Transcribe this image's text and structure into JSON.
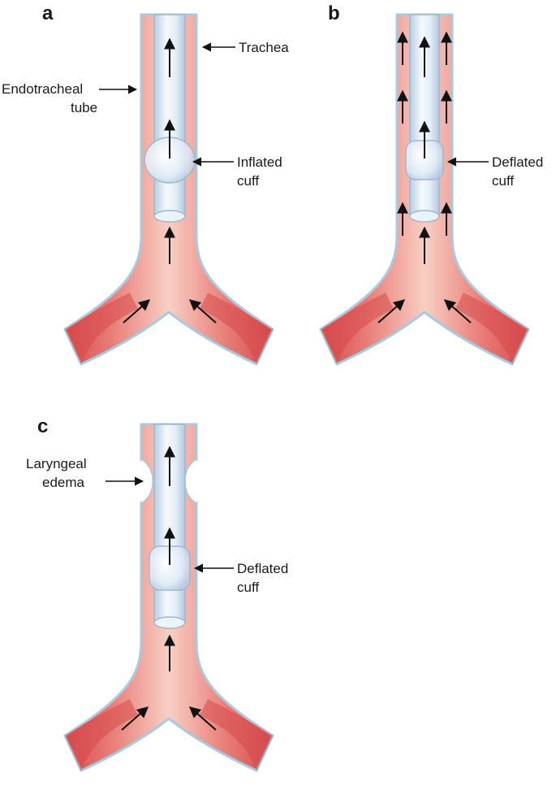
{
  "panels": {
    "a": {
      "letter": "a",
      "trachea_label": "Trachea",
      "tube_label_line1": "Endotracheal",
      "tube_label_line2": "tube",
      "cuff_label_line1": "Inflated",
      "cuff_label_line2": "cuff"
    },
    "b": {
      "letter": "b",
      "cuff_label_line1": "Deflated",
      "cuff_label_line2": "cuff"
    },
    "c": {
      "letter": "c",
      "edema_label_line1": "Laryngeal",
      "edema_label_line2": "edema",
      "cuff_label_line1": "Deflated",
      "cuff_label_line2": "cuff"
    }
  },
  "colors": {
    "airway_fill": "#de5a5a",
    "airway_light": "#f6c2b8",
    "wall": "#a9c9de",
    "tube_fill": "#dfeaf6",
    "arrow": "#111111",
    "text": "#1a1a1a"
  }
}
